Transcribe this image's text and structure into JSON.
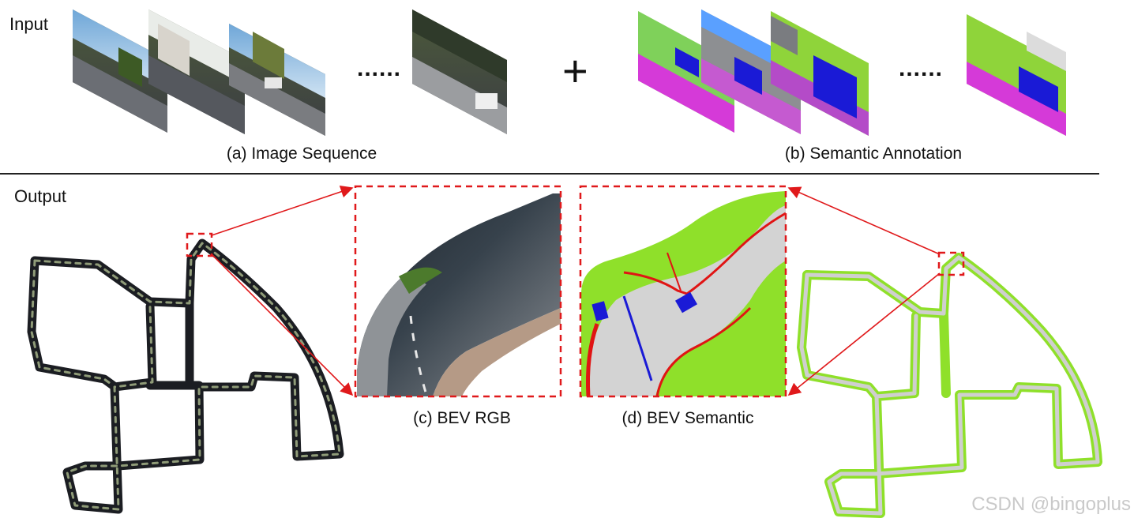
{
  "sections": {
    "input_label": "Input",
    "output_label": "Output"
  },
  "captions": {
    "a": "(a) Image Sequence",
    "b": "(b) Semantic Annotation",
    "c": "(c) BEV RGB",
    "d": "(d) BEV Semantic"
  },
  "symbols": {
    "ellipsis_left": "......",
    "ellipsis_right": "......",
    "plus": "+"
  },
  "watermark": "CSDN @bingoplus",
  "colors": {
    "callout": "#e0191b",
    "road_gray": "#d3d3d3",
    "vegetation_green": "#8fe02a",
    "lane_red": "#e01414",
    "car_blue": "#1a1ad6",
    "sidewalk_magenta": "#d53ad8",
    "rgb_road_dark": "#2a2d33"
  }
}
